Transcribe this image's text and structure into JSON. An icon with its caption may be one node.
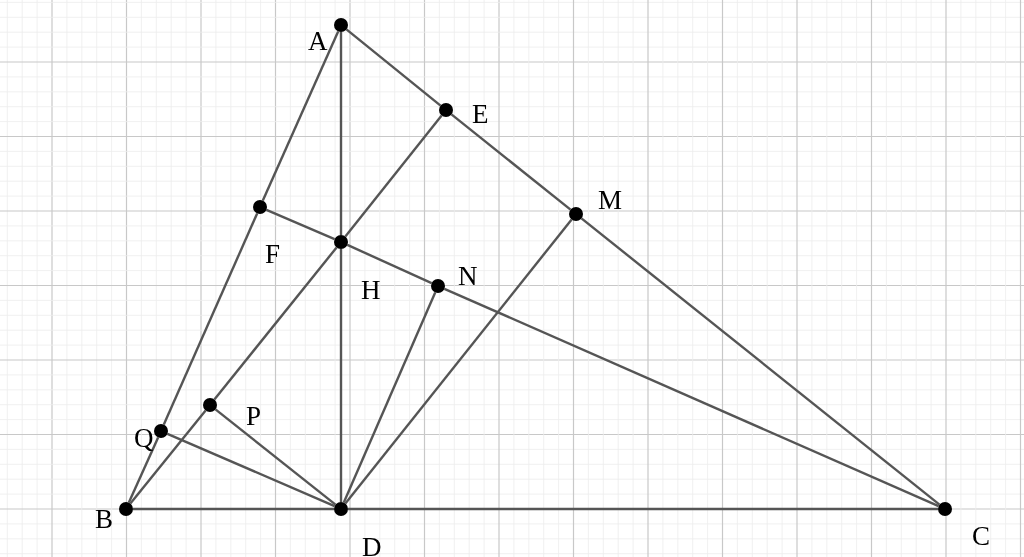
{
  "diagram": {
    "nodes": [
      {
        "text": [
          "A"
        ]
      },
      {
        "text": [
          "E"
        ]
      },
      {
        "text": [
          "M"
        ]
      },
      {
        "text": [
          "F"
        ]
      },
      {
        "text": [
          "H"
        ]
      },
      {
        "text": [
          "N"
        ]
      },
      {
        "text": [
          "P"
        ]
      },
      {
        "text": [
          "Q"
        ]
      },
      {
        "text": [
          "B"
        ]
      },
      {
        "text": [
          "D"
        ]
      },
      {
        "text": [
          "C"
        ]
      }
    ],
    "edges": [
      {
        "from": 0,
        "to": 3,
        "arrow": "none"
      },
      {
        "from": 3,
        "to": 7,
        "arrow": "none"
      },
      {
        "from": 7,
        "to": 8,
        "arrow": "none"
      },
      {
        "from": 0,
        "to": 1,
        "arrow": "none"
      },
      {
        "from": 1,
        "to": 2,
        "arrow": "none"
      },
      {
        "from": 2,
        "to": 10,
        "arrow": "none"
      },
      {
        "from": 8,
        "to": 9,
        "arrow": "none"
      },
      {
        "from": 9,
        "to": 10,
        "arrow": "none"
      },
      {
        "from": 0,
        "to": 4,
        "arrow": "none"
      },
      {
        "from": 4,
        "to": 9,
        "arrow": "none"
      },
      {
        "from": 8,
        "to": 6,
        "arrow": "none"
      },
      {
        "from": 6,
        "to": 4,
        "arrow": "none"
      },
      {
        "from": 4,
        "to": 1,
        "arrow": "none"
      },
      {
        "from": 3,
        "to": 4,
        "arrow": "none"
      },
      {
        "from": 4,
        "to": 5,
        "arrow": "none"
      },
      {
        "from": 5,
        "to": 10,
        "arrow": "none"
      },
      {
        "from": 9,
        "to": 2,
        "arrow": "none"
      },
      {
        "from": 9,
        "to": 5,
        "arrow": "none"
      },
      {
        "from": 9,
        "to": 6,
        "arrow": "none"
      },
      {
        "from": 9,
        "to": 7,
        "arrow": "none"
      }
    ]
  }
}
